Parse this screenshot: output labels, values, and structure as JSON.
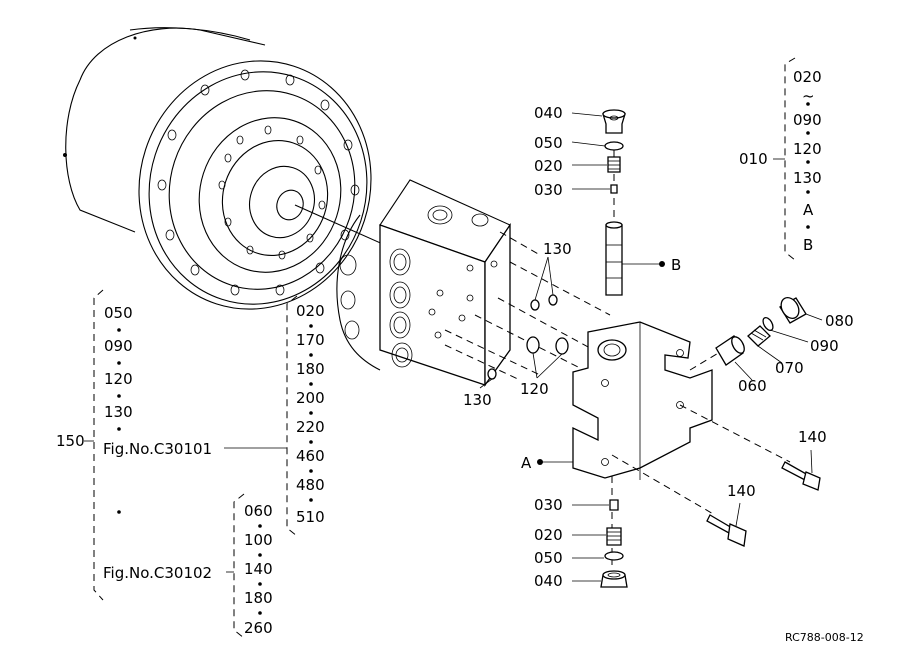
{
  "parts": {
    "p040_top": "040",
    "p050_top": "050",
    "p020_top": "020",
    "p030_top": "030",
    "p130_a": "130",
    "p130_b": "130",
    "p120": "120",
    "p080": "080",
    "p090": "090",
    "p070": "070",
    "p060": "060",
    "p140_a": "140",
    "p140_b": "140",
    "p030_bot": "030",
    "p020_bot": "020",
    "p050_bot": "050",
    "p040_bot": "040",
    "callout_a": "A",
    "callout_b": "B"
  },
  "group_010": {
    "label": "010",
    "items": [
      "020",
      "~",
      "090",
      "120",
      "130",
      "A",
      "B"
    ]
  },
  "group_150": {
    "label": "150",
    "items": [
      "050",
      "090",
      "120",
      "130",
      "Fig.No.C30101",
      "Fig.No.C30102"
    ]
  },
  "group_c30101": {
    "items": [
      "020",
      "170",
      "180",
      "200",
      "220",
      "460",
      "480",
      "510"
    ]
  },
  "group_c30102": {
    "items": [
      "060",
      "100",
      "140",
      "180",
      "260"
    ]
  },
  "ref_code": "RC788-008-12"
}
